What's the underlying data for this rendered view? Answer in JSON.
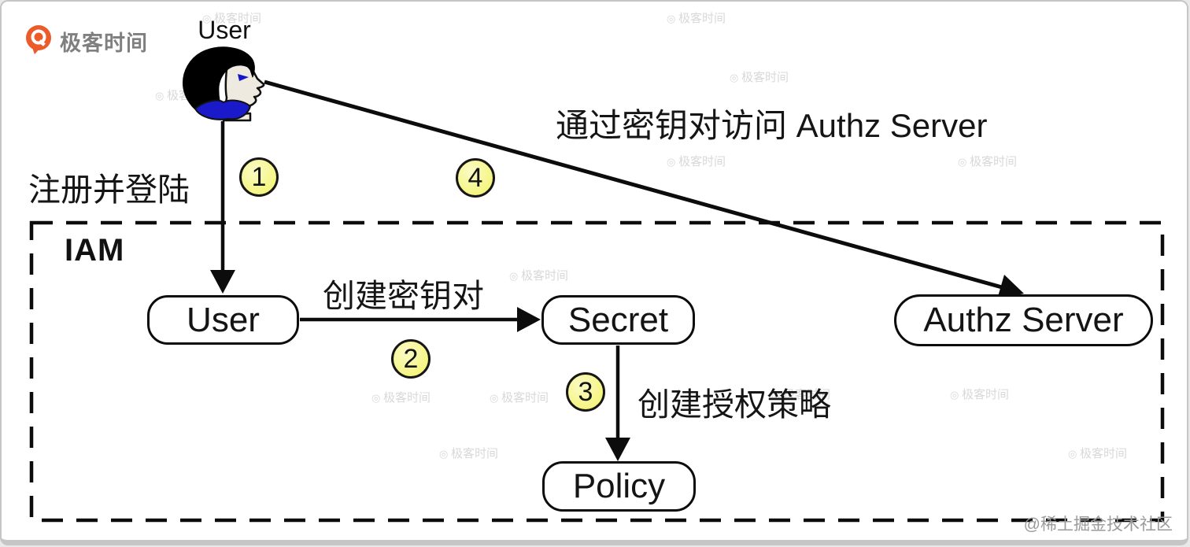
{
  "logo": {
    "text": "极客时间"
  },
  "diagram": {
    "actor": {
      "label": "User"
    },
    "container": {
      "label": "IAM"
    },
    "nodes": [
      {
        "id": "user",
        "label": "User"
      },
      {
        "id": "secret",
        "label": "Secret"
      },
      {
        "id": "policy",
        "label": "Policy"
      },
      {
        "id": "authz",
        "label": "Authz Server"
      }
    ],
    "edges": [
      {
        "step": "1",
        "label": "注册并登陆"
      },
      {
        "step": "2",
        "label": "创建密钥对"
      },
      {
        "step": "3",
        "label": "创建授权策略"
      },
      {
        "step": "4",
        "label": "通过密钥对访问 Authz Server"
      }
    ],
    "colors": {
      "step_circle": "#F5F582",
      "line": "#0c0c0c",
      "logo_orange": "#EC5B2A",
      "collar_blue": "#1A1ACB"
    }
  },
  "watermark": {
    "faint": "极客时间",
    "community": "@稀土掘金技术社区"
  }
}
